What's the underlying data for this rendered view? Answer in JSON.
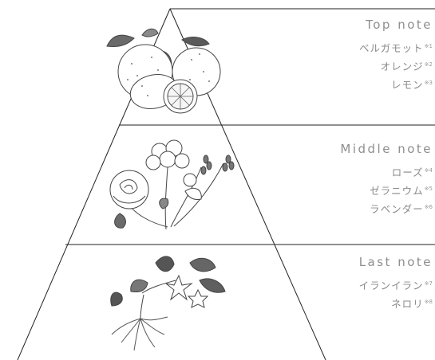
{
  "tiers": [
    {
      "title": "Top note",
      "notes": [
        {
          "name": "ベルガモット",
          "mark": "※1"
        },
        {
          "name": "オレンジ",
          "mark": "※2"
        },
        {
          "name": "レモン",
          "mark": "※3"
        }
      ],
      "illustration_icon": "citrus-fruits-icon"
    },
    {
      "title": "Middle note",
      "notes": [
        {
          "name": "ローズ",
          "mark": "※4"
        },
        {
          "name": "ゼラニウム",
          "mark": "※5"
        },
        {
          "name": "ラベンダー",
          "mark": "※6"
        }
      ],
      "illustration_icon": "rose-geranium-lavender-icon"
    },
    {
      "title": "Last note",
      "notes": [
        {
          "name": "イランイラン",
          "mark": "※7"
        },
        {
          "name": "ネロリ",
          "mark": "※8"
        }
      ],
      "illustration_icon": "ylang-ylang-neroli-icon"
    }
  ],
  "colors": {
    "line": "#222222",
    "text": "#8a8a8a",
    "illustration": "#444444"
  }
}
